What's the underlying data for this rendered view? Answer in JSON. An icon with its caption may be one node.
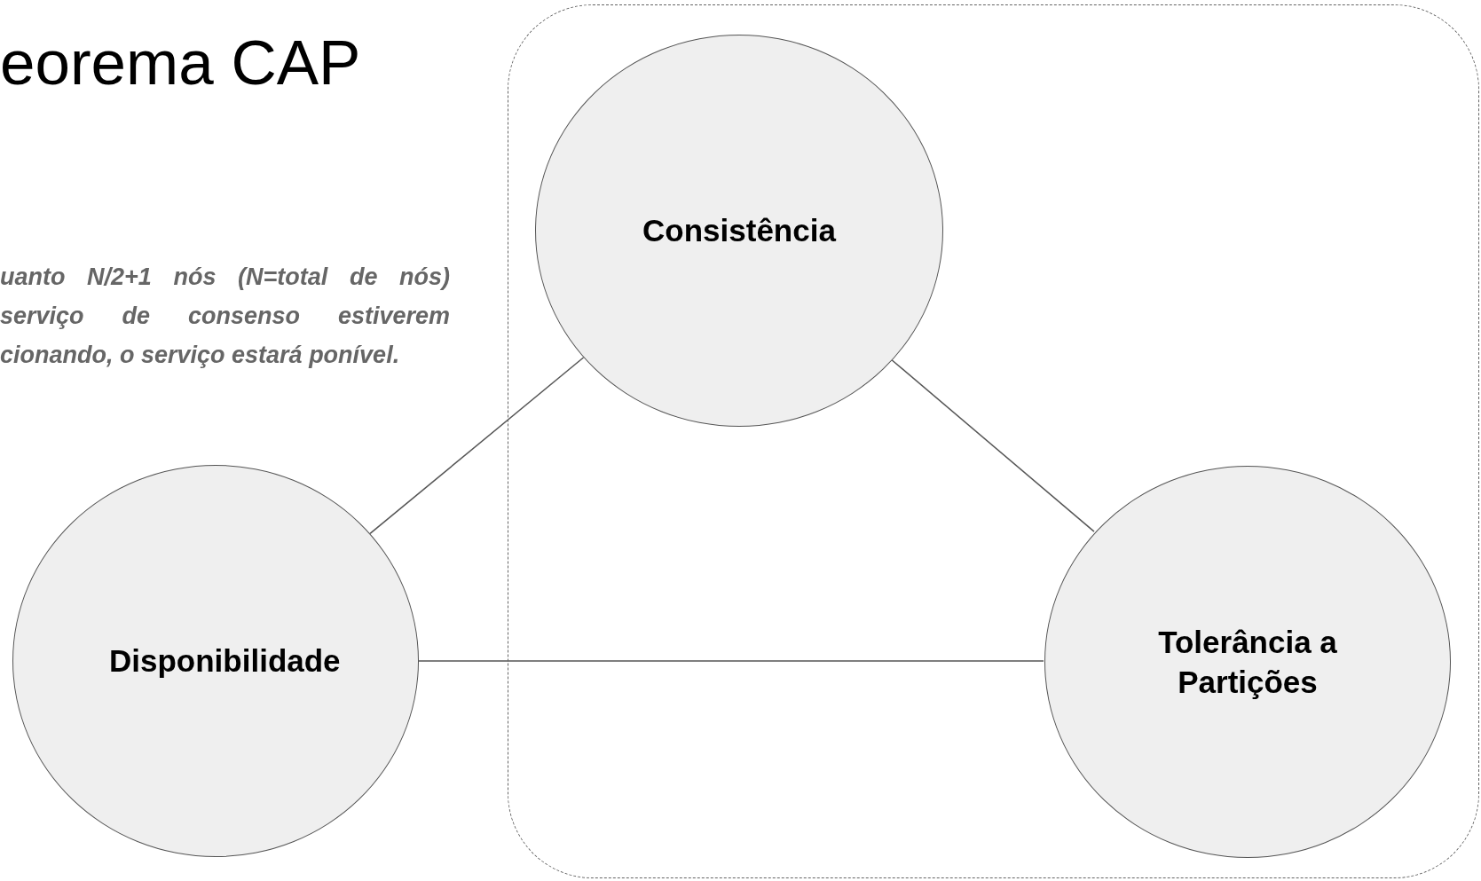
{
  "diagram": {
    "title": "eorema CAP",
    "nodes": [
      {
        "text": [],
        "shape": "box"
      },
      {
        "text": [
          "Consistência"
        ],
        "in": 0
      },
      {
        "text": [
          "Disponibilidade"
        ]
      },
      {
        "text": [
          "Tolerância a Partições"
        ],
        "in": 0
      }
    ],
    "edges": [
      {
        "from": 1,
        "to": 2,
        "arrow": "none"
      },
      {
        "from": 1,
        "to": 3,
        "arrow": "none"
      },
      {
        "from": 2,
        "to": 3,
        "arrow": "none"
      }
    ],
    "labels": [
      "uanto N/2+1 nós (N=total de nós) serviço de consenso estiverem cionando, o serviço estará ponível."
    ]
  }
}
